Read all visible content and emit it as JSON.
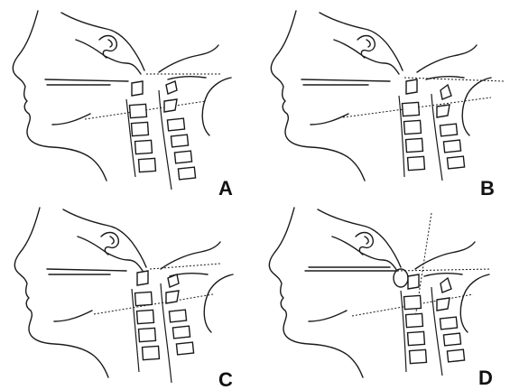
{
  "panels": [
    {
      "id": "A",
      "label": "A"
    },
    {
      "id": "B",
      "label": "B"
    },
    {
      "id": "C",
      "label": "C"
    },
    {
      "id": "D",
      "label": "D"
    }
  ],
  "colors": {
    "ink": "#1a1a1a",
    "background": "#ffffff"
  }
}
